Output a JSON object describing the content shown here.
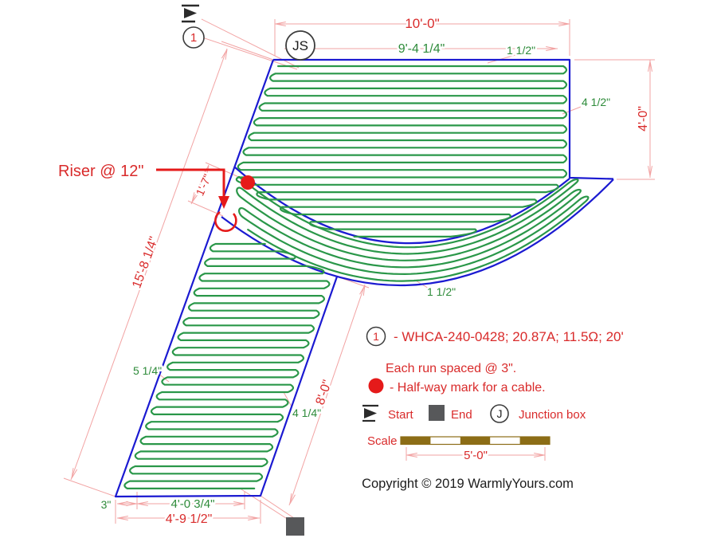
{
  "colors": {
    "outline_blue": "#1b1ad1",
    "cable_green": "#2a9749",
    "dim_line_pink": "#f2a3a3",
    "dim_text_red": "#d92b2b",
    "dim_text_green": "#2e8b3a",
    "annotation_red": "#e51a1a",
    "scale_brown": "#8c6d16",
    "end_square_gray": "#57585a",
    "symbol_black": "#2b2b2b"
  },
  "annotations": {
    "riser_label": "Riser @ 12\"",
    "cable_number": "1",
    "junction_circle": "JS"
  },
  "dimensions": {
    "top_overall": "10'-0\"",
    "top_cable": "9'-4 1/4\"",
    "top_gap": "1 1/2\"",
    "right_side": "4'-0\"",
    "right_gap": "4 1/2\"",
    "left_diagonal": "15'-8 1/4\"",
    "band_width": "1'-7\"",
    "curve_gap": "1 1/2\"",
    "leg_left_gap": "5 1/4\"",
    "leg_right_gap": "4 1/4\"",
    "leg_length": "8'-0\"",
    "bottom_corner_gap": "3\"",
    "bottom_cable": "4'-0 3/4\"",
    "bottom_overall": "4'-9 1/2\""
  },
  "legend": {
    "cable_number": "1",
    "cable_line": "- WHCA-240-0428; 20.87A; 11.5Ω; 20'",
    "spacing_note": "Each run spaced @ 3\".",
    "halfway_note": "- Half-way mark for a cable.",
    "start": "Start",
    "end": "End",
    "junction_letter": "J",
    "junction": "Junction box",
    "scale_label": "Scale",
    "scale_dim": "5'-0\""
  },
  "footer": {
    "copyright": "Copyright © 2019 WarmlyYours.com"
  }
}
